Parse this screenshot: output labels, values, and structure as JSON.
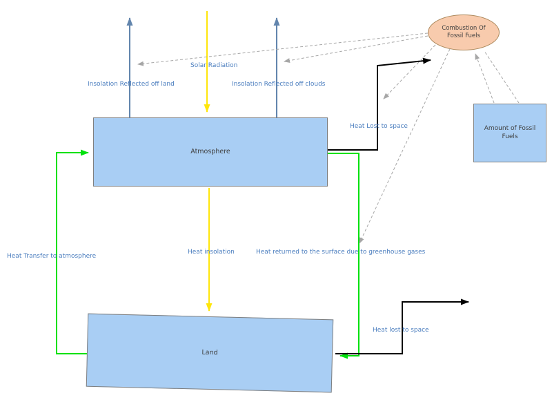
{
  "nodes": {
    "atmosphere": "Atmosphere",
    "land": "Land",
    "combustion": "Combustion Of Fossil Fuels",
    "amount_fossil_fuels": "Amount of Fossil Fuels"
  },
  "arrow_labels": {
    "solar_radiation": "Solar Radiation",
    "insolation_reflected_land": "Insolation Reflected off land",
    "insolation_reflected_clouds": "Insolation Reflected off clouds",
    "heat_lost_to_space_atmosphere": "Heat Lost to space",
    "heat_insolation": "Heat insolation",
    "heat_transfer_to_atmosphere": "Heat Transfer to atmosphere",
    "heat_returned_greenhouse": "Heat returned to the surface due to greenhouse gases",
    "heat_lost_to_space_land": "Heat lost to space"
  },
  "colors": {
    "node_fill": "#A9CEF4",
    "node_stroke": "#7F7F7F",
    "combustion_fill": "#F8CBAD",
    "combustion_stroke": "#AD8A5E",
    "solar_arrow": "#FFE60A",
    "insolation_arrow": "#6285AD",
    "green_arrow": "#00E10D",
    "black_arrow": "#000000",
    "influence_dashed": "#A6A6A6",
    "label_color": "#4A7DBE"
  }
}
